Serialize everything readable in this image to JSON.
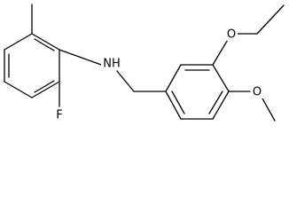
{
  "molecule": {
    "atoms": {
      "nitrogen": "NH",
      "fluorine": "F",
      "ethoxy_oxygen": "O",
      "methoxy_oxygen": "O"
    }
  }
}
